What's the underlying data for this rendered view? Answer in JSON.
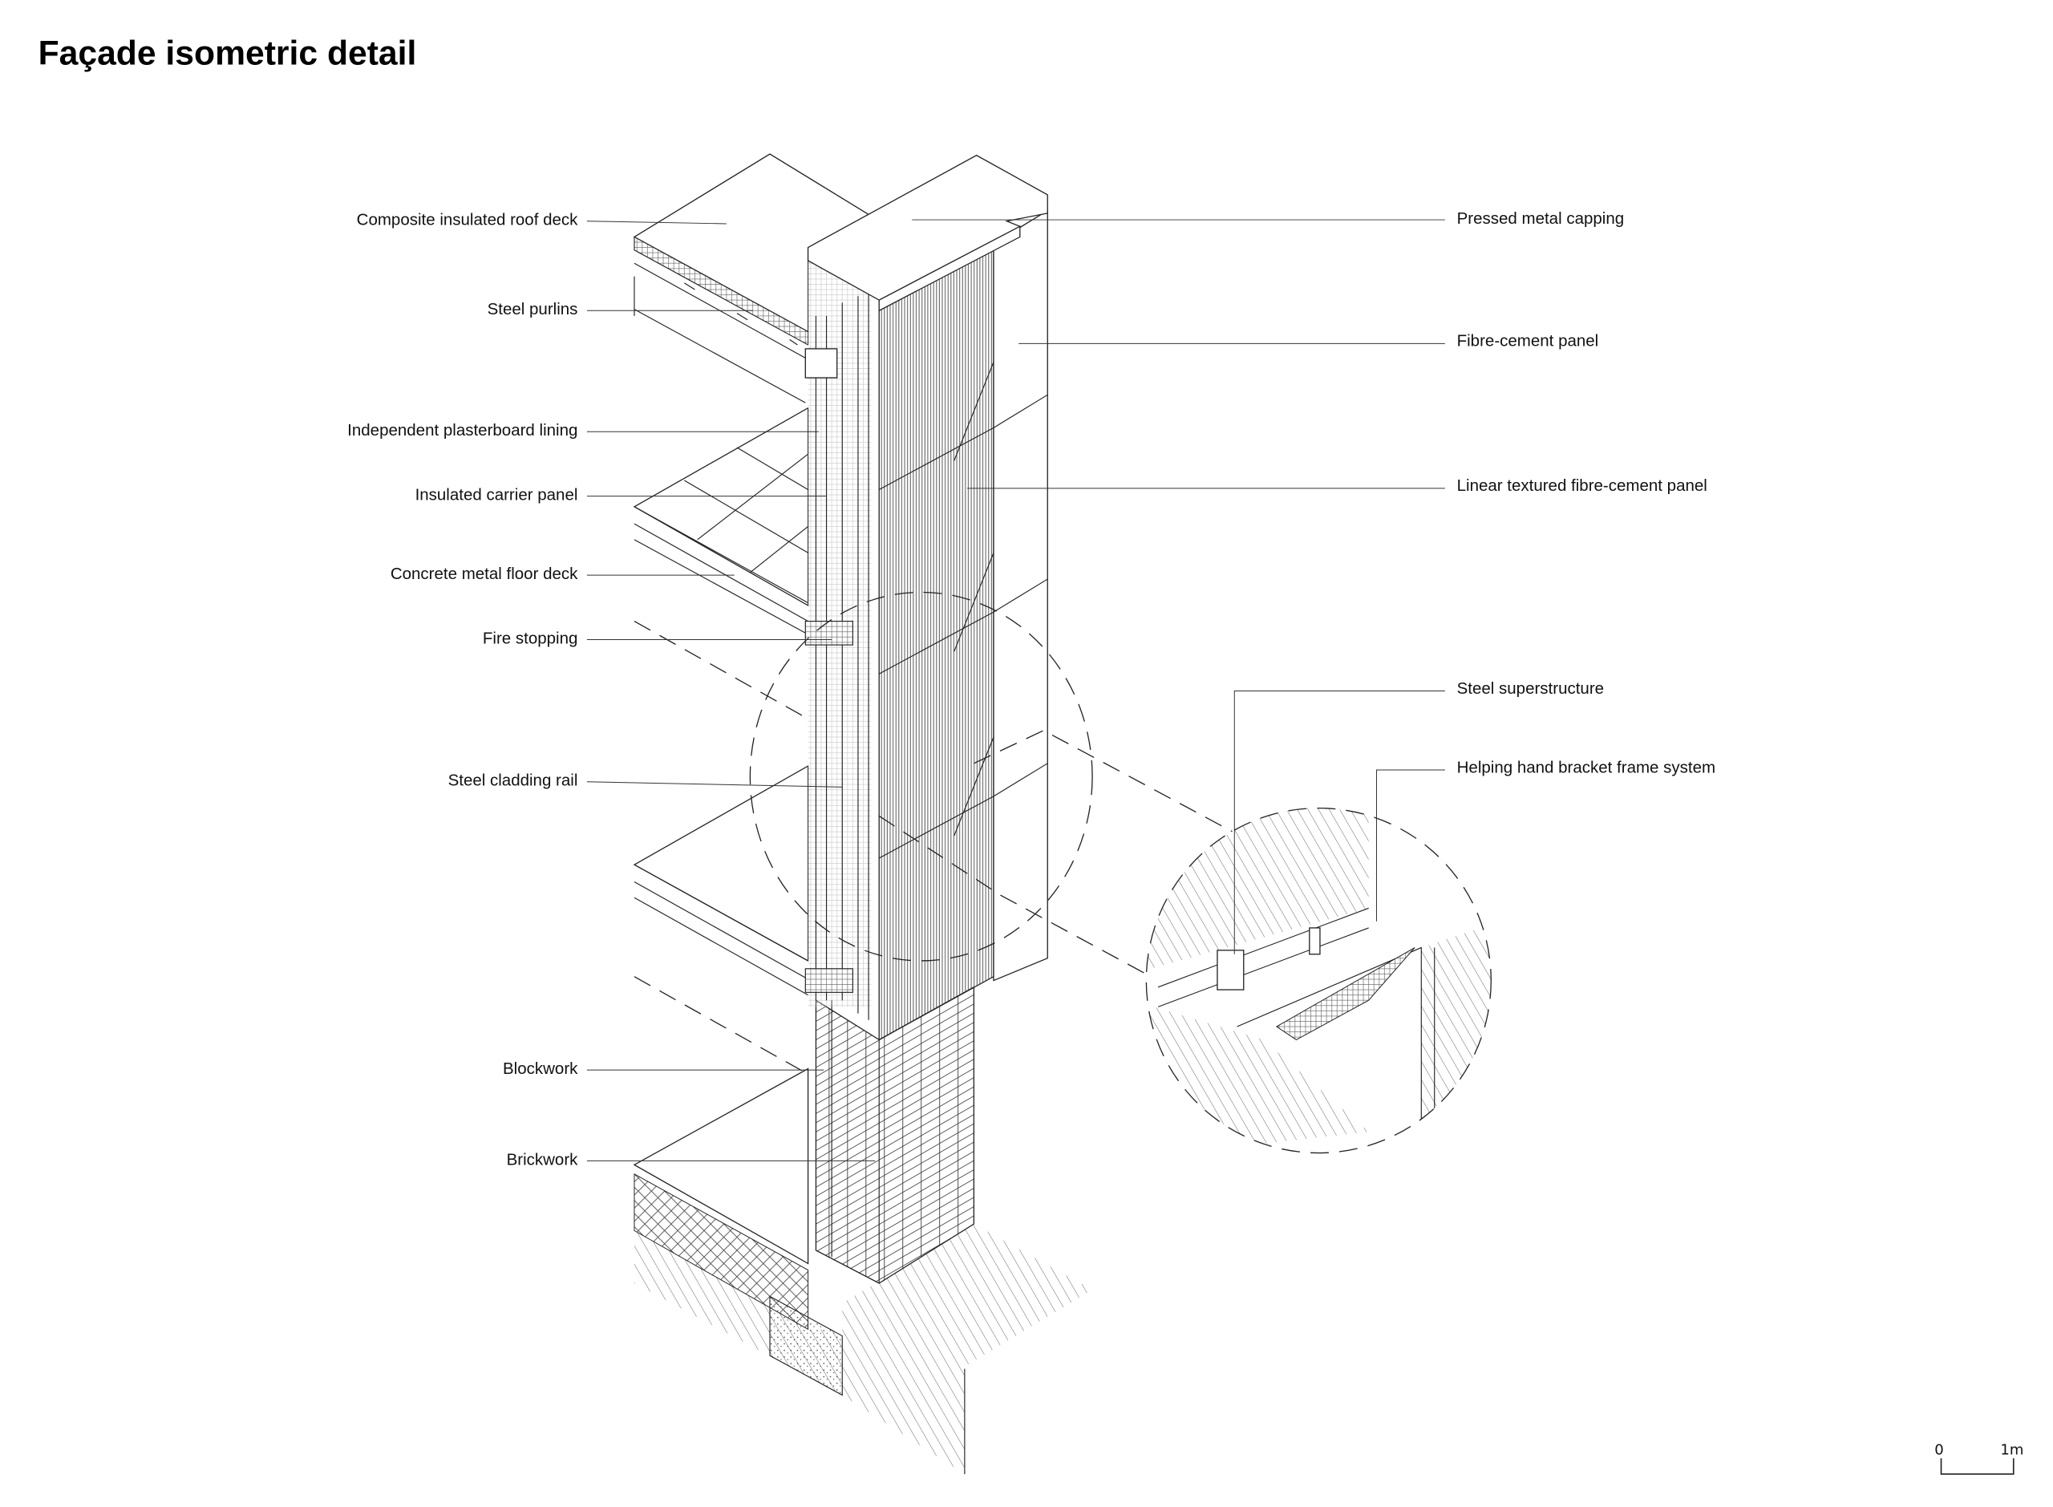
{
  "title": "Façade isometric detail",
  "labels_left": [
    "Composite insulated roof deck",
    "Steel purlins",
    "Independent plasterboard lining",
    "Insulated carrier panel",
    "Concrete metal floor deck",
    "Fire stopping",
    "Steel cladding rail",
    "Blockwork",
    "Brickwork"
  ],
  "labels_right": [
    "Pressed metal capping",
    "Fibre-cement panel",
    "Linear textured fibre-cement panel",
    "Steel superstructure",
    "Helping hand bracket frame system"
  ],
  "scale_bar": {
    "start": "0",
    "end": "1m"
  }
}
